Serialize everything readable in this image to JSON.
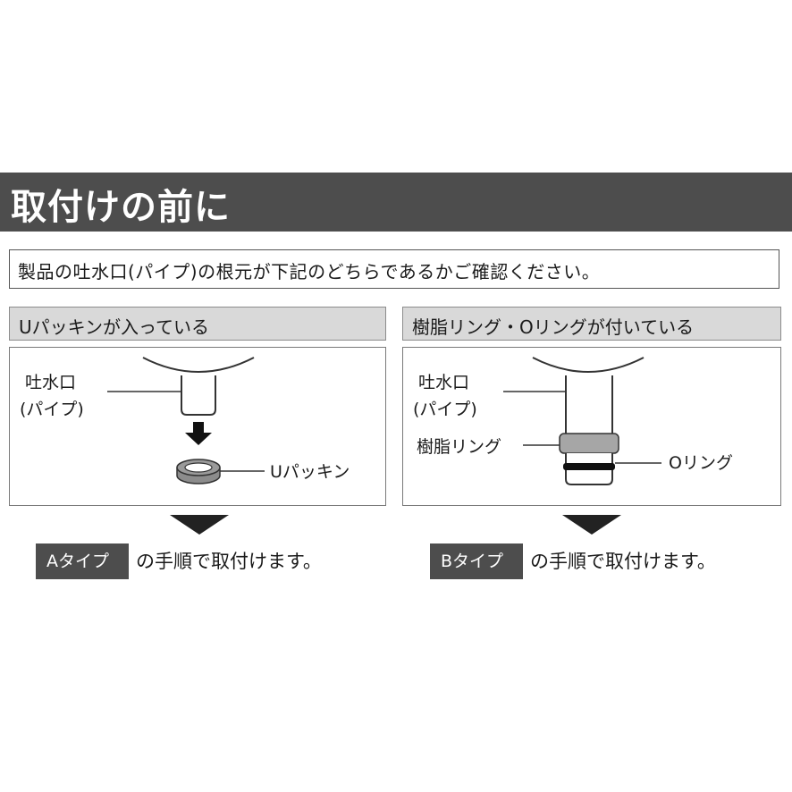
{
  "header": {
    "title": "取付けの前に"
  },
  "intro": {
    "text": "製品の吐水口(パイプ)の根元が下記のどちらであるかご確認ください。"
  },
  "panel_a": {
    "heading": "Uパッキンが入っている",
    "spout_label_1": "吐水口",
    "spout_label_2": "(パイプ)",
    "packing_label": "Uパッキン",
    "badge": "Aタイプ",
    "step_text": "の手順で取付けます。"
  },
  "panel_b": {
    "heading": "樹脂リング・Oリングが付いている",
    "spout_label_1": "吐水口",
    "spout_label_2": "(パイプ)",
    "resin_ring_label": "樹脂リング",
    "o_ring_label": "Oリング",
    "badge": "Bタイプ",
    "step_text": "の手順で取付けます。"
  },
  "colors": {
    "header_bg": "#4d4d4d",
    "section_bg": "#d9d9d9",
    "badge_bg": "#4d4d4d"
  }
}
